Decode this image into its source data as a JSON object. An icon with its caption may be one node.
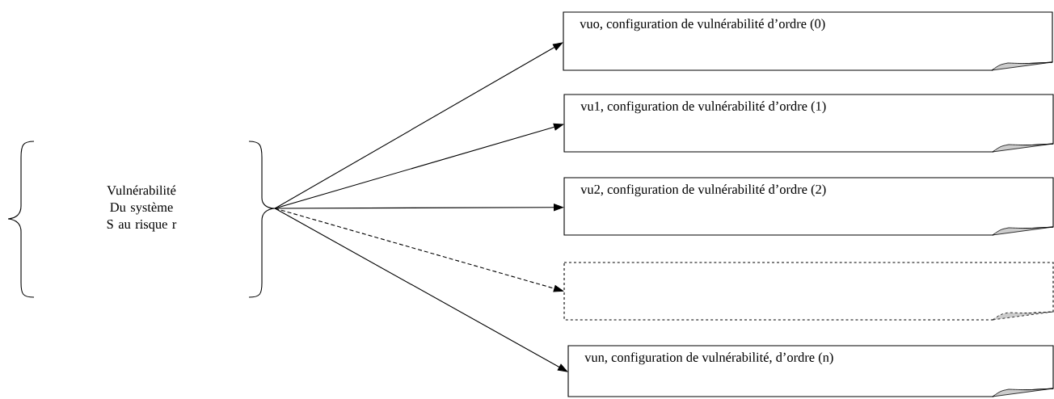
{
  "diagram": {
    "nodes": [
      {
        "text": [
          "Vulnérabilité Du système S au risque r"
        ]
      },
      {
        "text": [
          "vuo, configuration de vulnérabilité d’ordre (0)"
        ]
      },
      {
        "text": [
          "vu1, configuration de vulnérabilité d’ordre (1)"
        ]
      },
      {
        "text": [
          "vu2, configuration de vulnérabilité d’ordre (2)"
        ]
      },
      {
        "text": [],
        "shape": "box"
      },
      {
        "text": [
          "vun, configuration de vulnérabilité, d’ordre (n)"
        ]
      }
    ],
    "edges": [
      {
        "from": 0,
        "to": 1,
        "arrow": "to"
      },
      {
        "from": 0,
        "to": 2,
        "arrow": "to"
      },
      {
        "from": 0,
        "to": 3,
        "arrow": "to"
      },
      {
        "from": 0,
        "to": 4,
        "arrow": "to",
        "style": "dashed"
      },
      {
        "from": 0,
        "to": 5,
        "arrow": "to"
      }
    ]
  }
}
